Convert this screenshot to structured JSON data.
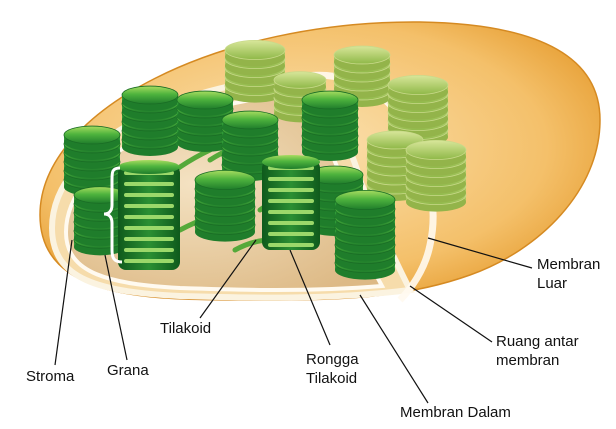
{
  "diagram": {
    "labels": {
      "membran_luar_1": "Membran",
      "membran_luar_2": "Luar",
      "ruang_antar_1": "Ruang antar",
      "ruang_antar_2": "membran",
      "membran_dalam": "Membran Dalam",
      "rongga_1": "Rongga",
      "rongga_2": "Tilakoid",
      "tilakoid": "Tilakoid",
      "grana": "Grana",
      "stroma": "Stroma"
    },
    "colors": {
      "outer_membrane": "#f2b54a",
      "intermembrane_space": "#f7d9a0",
      "inner_membrane": "#fbf1dc",
      "stroma": "#e6c99a",
      "thylakoid_dark": "#1e7a2a",
      "thylakoid_mid": "#3da43f",
      "thylakoid_light": "#8ccc4e",
      "lamella": "#5cae3c",
      "leader_line": "#111111"
    },
    "icons": [
      "chloroplast-illustration"
    ]
  }
}
